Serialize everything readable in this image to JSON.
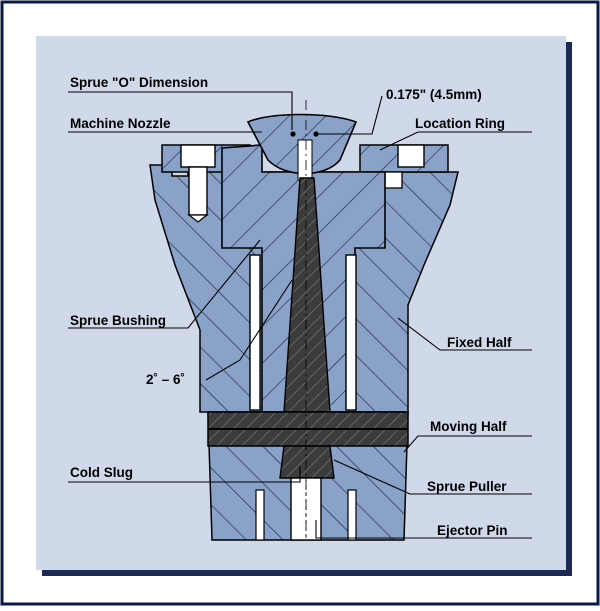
{
  "colors": {
    "page_background": "#ffffff",
    "panel_border": "#0a1a4a",
    "panel_background": "#cfd9ea",
    "steel_fill": "#8aa2c8",
    "sprue_fill": "#3c3c3c",
    "hatch_line": "#1a2a44",
    "outline": "#000000",
    "cavity": "#ffffff"
  },
  "labels": {
    "sprue_o_dimension": "Sprue \"O\" Dimension",
    "nozzle_diameter": "0.175\" (4.5mm)",
    "machine_nozzle": "Machine Nozzle",
    "location_ring": "Location Ring",
    "sprue_bushing": "Sprue Bushing",
    "fixed_half": "Fixed Half",
    "taper_angle": "2˚ – 6˚",
    "moving_half": "Moving Half",
    "cold_slug": "Cold Slug",
    "sprue_puller": "Sprue Puller",
    "ejector_pin": "Ejector Pin"
  }
}
